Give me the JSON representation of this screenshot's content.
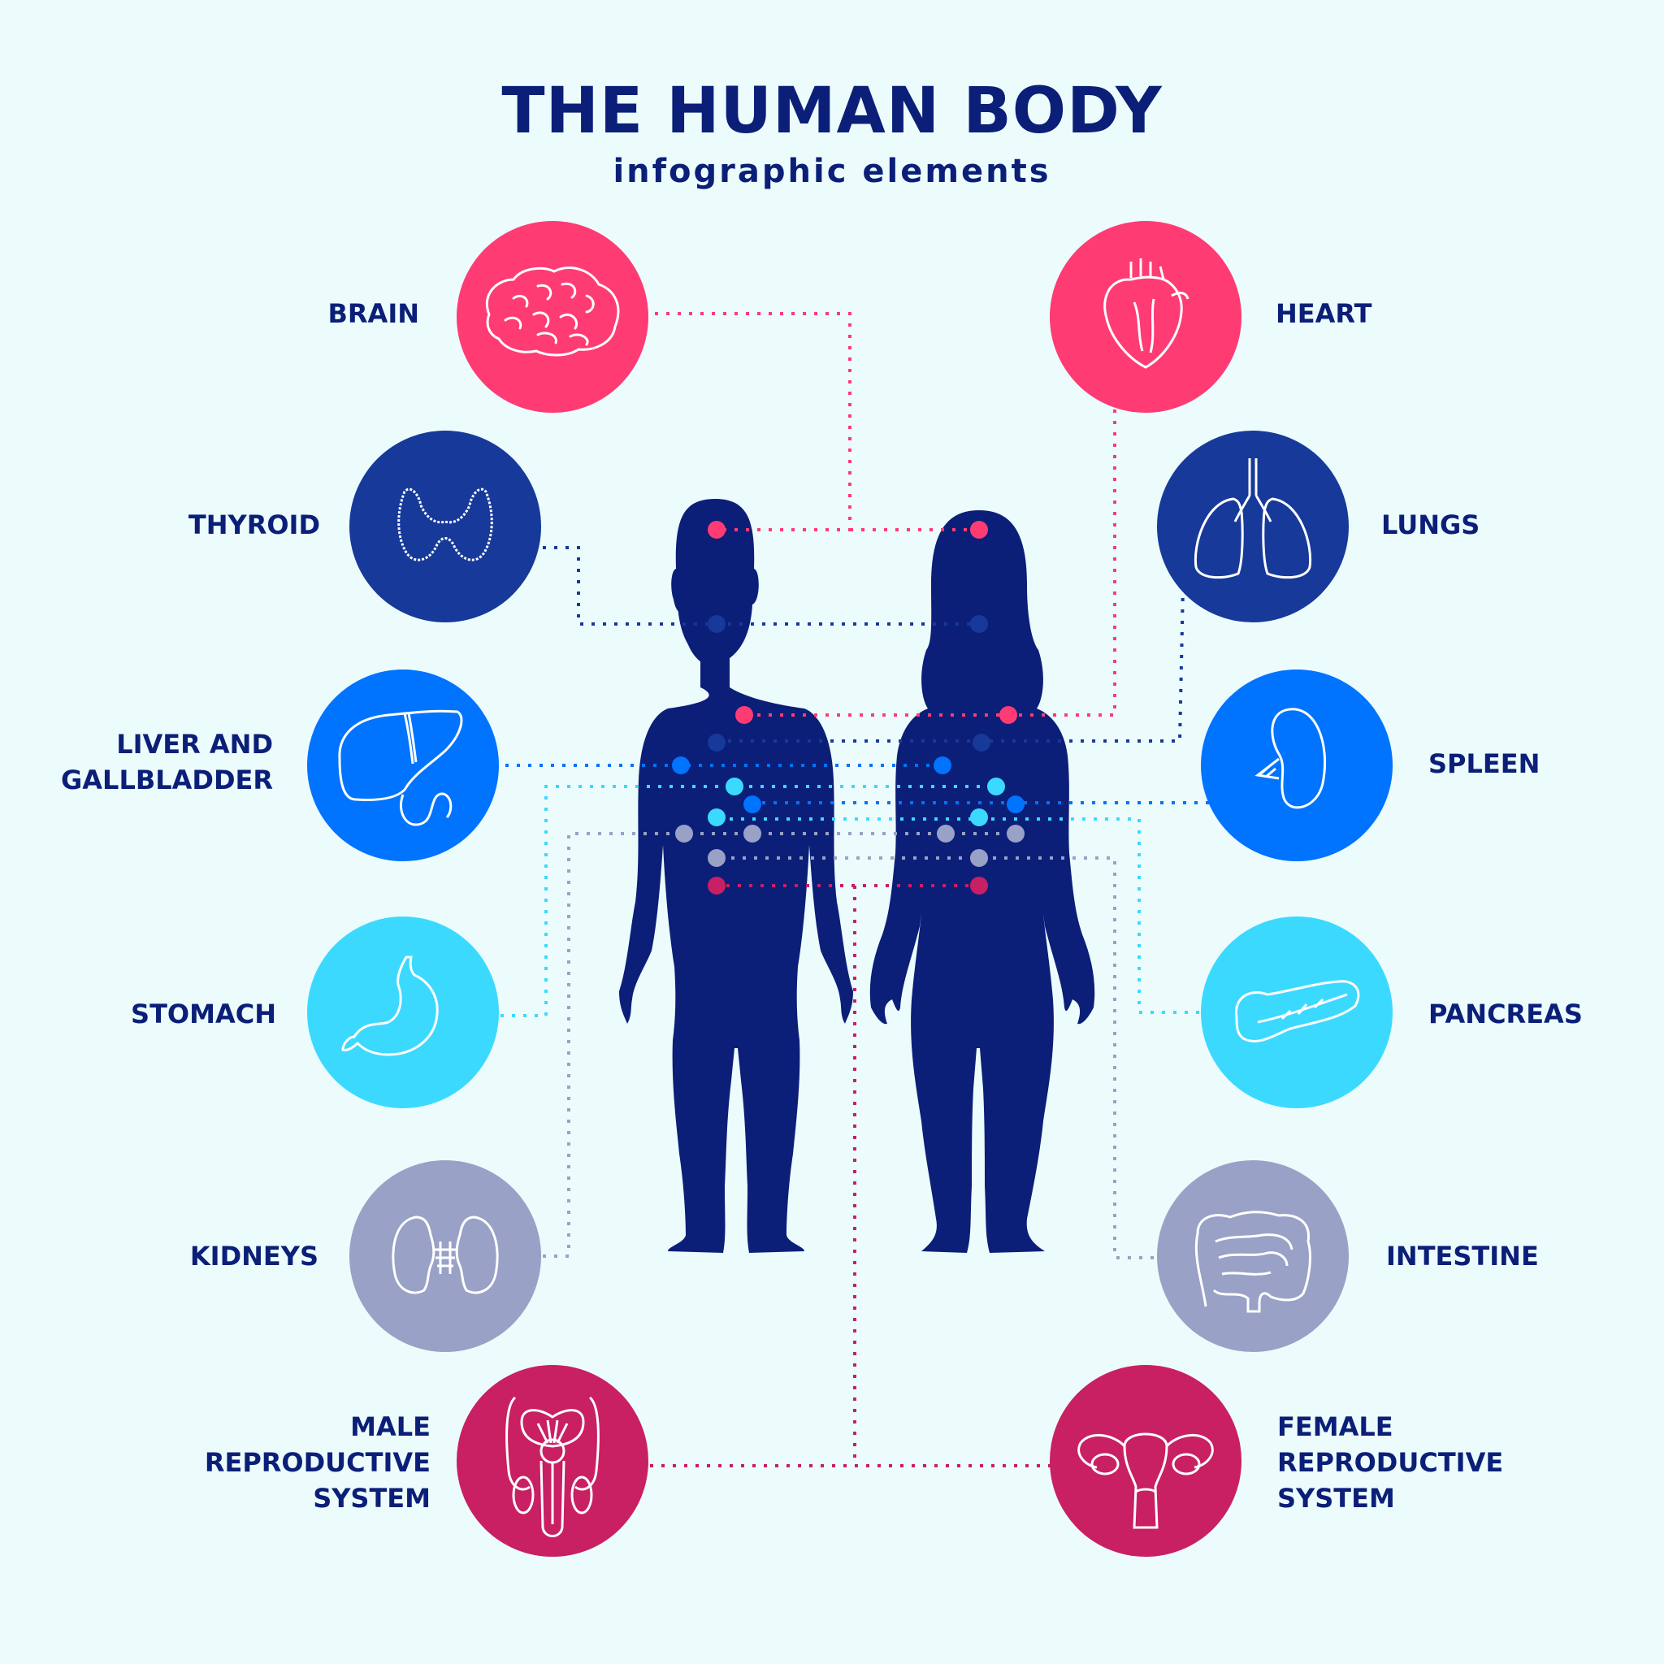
{
  "header": {
    "title": "THE HUMAN BODY",
    "subtitle": "infographic elements"
  },
  "colors": {
    "background": "#ecfcfd",
    "silhouette": "#0b1f78",
    "pink": "#ff3b74",
    "navy": "#17399a",
    "blue": "#0073ff",
    "cyan": "#3cd9ff",
    "lavender": "#9aa1c6",
    "magenta": "#c91f63"
  },
  "organs": {
    "brain": {
      "label": "BRAIN",
      "color": "#ff3b74"
    },
    "thyroid": {
      "label": "THYROID",
      "color": "#17399a"
    },
    "liver": {
      "label_line1": "LIVER AND",
      "label_line2": "GALLBLADDER",
      "color": "#0073ff"
    },
    "stomach": {
      "label": "STOMACH",
      "color": "#3cd9ff"
    },
    "kidneys": {
      "label": "KIDNEYS",
      "color": "#9aa1c6"
    },
    "male_reproductive": {
      "label_line1": "MALE",
      "label_line2": "REPRODUCTIVE",
      "label_line3": "SYSTEM",
      "color": "#c91f63"
    },
    "heart": {
      "label": "HEART",
      "color": "#ff3b74"
    },
    "lungs": {
      "label": "LUNGS",
      "color": "#17399a"
    },
    "spleen": {
      "label": "SPLEEN",
      "color": "#0073ff"
    },
    "pancreas": {
      "label": "PANCREAS",
      "color": "#3cd9ff"
    },
    "intestine": {
      "label": "INTESTINE",
      "color": "#9aa1c6"
    },
    "female_reproductive": {
      "label_line1": "FEMALE",
      "label_line2": "REPRODUCTIVE",
      "label_line3": "SYSTEM",
      "color": "#c91f63"
    }
  },
  "figures": {
    "male": "male-silhouette",
    "female": "female-silhouette"
  }
}
